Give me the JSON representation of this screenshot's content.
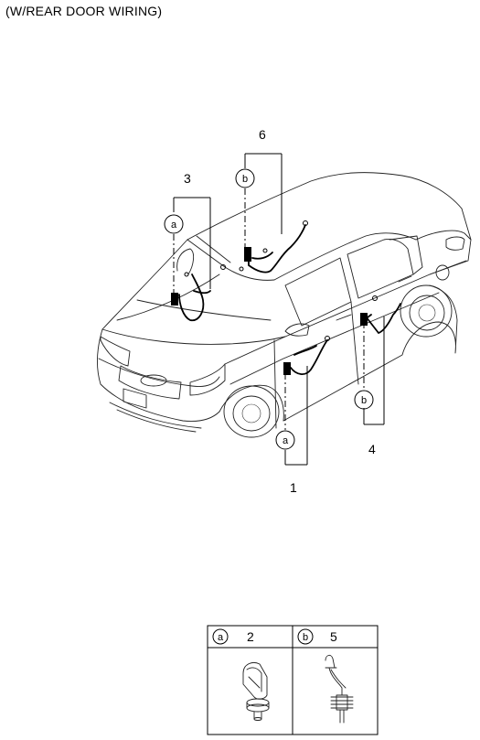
{
  "title": "(W/REAR DOOR WIRING)",
  "callouts": {
    "num_1": "1",
    "num_3": "3",
    "num_4": "4",
    "num_6": "6",
    "letter_a_left": "a",
    "letter_a_front": "a",
    "letter_b_roof": "b",
    "letter_b_rear": "b"
  },
  "legend_table": {
    "col1_letter": "a",
    "col1_number": "2",
    "col2_letter": "b",
    "col2_number": "5"
  }
}
